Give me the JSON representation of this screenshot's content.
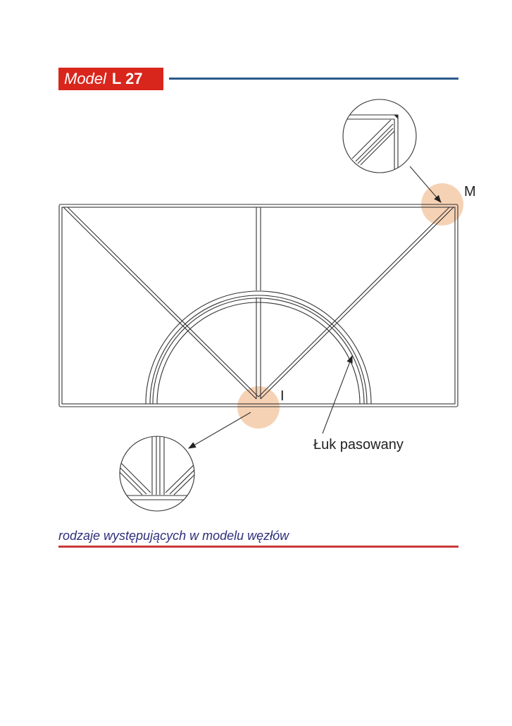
{
  "header": {
    "model_prefix": "Model",
    "model_code": "L 27"
  },
  "labels": {
    "node_m": "M",
    "node_i": "I",
    "arc": "Łuk pasowany"
  },
  "caption": "rodzaje występujących w modelu węzłów",
  "colors": {
    "title_bg": "#d9261c",
    "title_rule": "#2b5a8a",
    "caption_rule": "#c8393b",
    "highlight": "#f6d2b5",
    "caption_text": "#2e2f7a"
  }
}
